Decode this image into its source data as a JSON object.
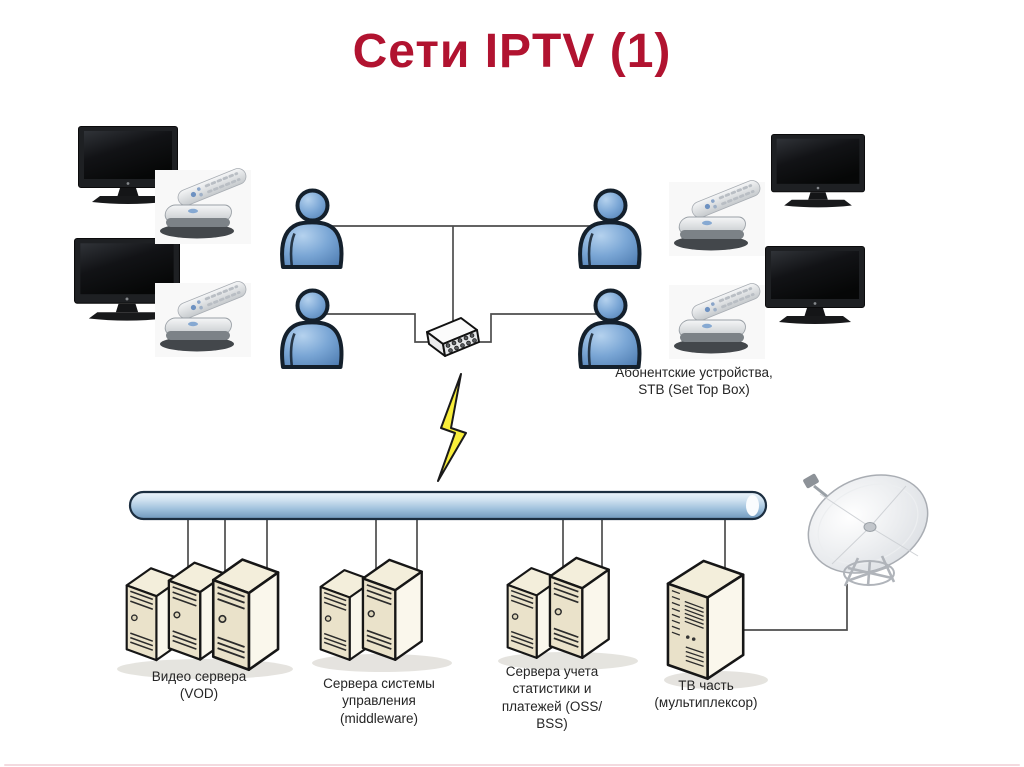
{
  "slide": {
    "title": "Сети IPTV (1)"
  },
  "diagram": {
    "subscriber_label": "Абонентские устройства,\nSTB (Set Top Box)",
    "groups": {
      "vod": "Видео сервера\n(VOD)",
      "middleware": "Сервера системы\nуправления\n(middleware)",
      "oss_bss": "Сервера учета\nстатистики и\nплатежей (OSS/\nBSS)",
      "tv_mux": "ТВ часть\n(мультиплексор)"
    },
    "node_counts": {
      "tv_sets": 4,
      "set_top_boxes": 4,
      "users": 4,
      "access_switch": 1,
      "vod_servers": 3,
      "middleware_servers": 2,
      "oss_bss_servers": 2,
      "tv_multiplexer": 1,
      "satellite_dish": 1
    },
    "colors": {
      "title_red": "#b11330",
      "person_blue": "#6f9ccc",
      "bus_blue": "#9dbfdb",
      "lightning_yellow": "#f9ee3a",
      "server_beige": "#efe9d4",
      "connector_gray": "#4d4d4d"
    }
  }
}
